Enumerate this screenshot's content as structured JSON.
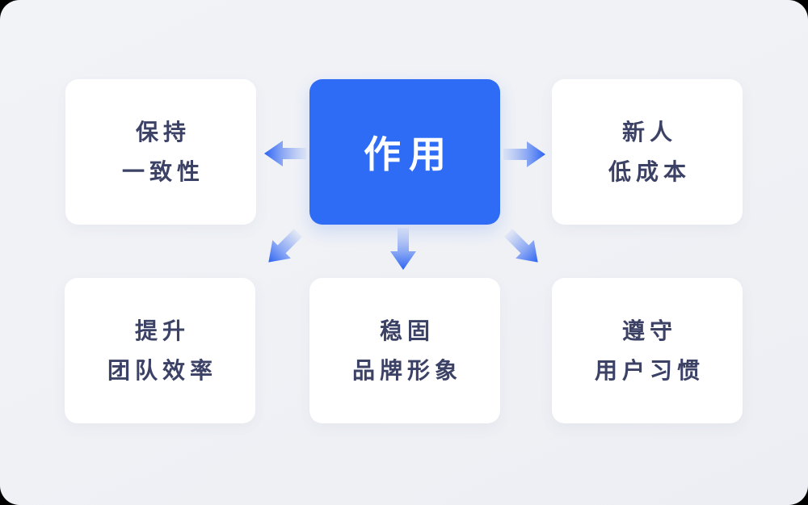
{
  "palette": {
    "outer_background": "#000000",
    "canvas_background": "#EFF1F5",
    "accent_blue": "#2F6CF6",
    "card_background": "#FFFFFF",
    "card_text": "#3C4166",
    "arrow_tip_blue": "#2B63F1"
  },
  "center_node": {
    "label": "作用"
  },
  "cards": [
    {
      "id": "maintain-consistency",
      "position": "top-left",
      "lines": [
        "保持",
        "一致性"
      ]
    },
    {
      "id": "newcomer-low-cost",
      "position": "top-right",
      "lines": [
        "新人",
        "低成本"
      ]
    },
    {
      "id": "improve-team-efficiency",
      "position": "bottom-left",
      "lines": [
        "提升",
        "团队效率"
      ]
    },
    {
      "id": "stable-brand-image",
      "position": "bottom-center",
      "lines": [
        "稳固",
        "品牌形象"
      ]
    },
    {
      "id": "follow-user-habits",
      "position": "bottom-right",
      "lines": [
        "遵守",
        "用户习惯"
      ]
    }
  ],
  "arrows": [
    {
      "name": "arrow-left-icon",
      "direction": "left"
    },
    {
      "name": "arrow-right-icon",
      "direction": "right"
    },
    {
      "name": "arrow-down-left-icon",
      "direction": "down-left"
    },
    {
      "name": "arrow-down-icon",
      "direction": "down"
    },
    {
      "name": "arrow-down-right-icon",
      "direction": "down-right"
    }
  ]
}
